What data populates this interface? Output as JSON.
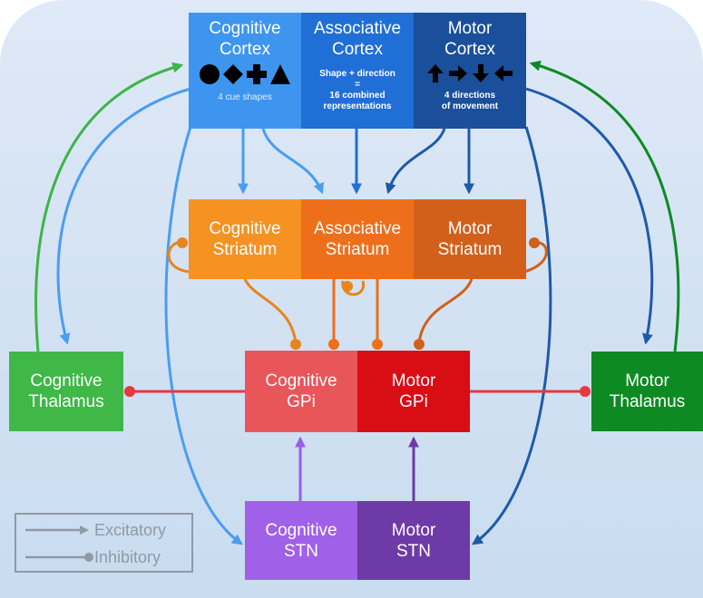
{
  "colors": {
    "cognitive_cortex": "#3d95f0",
    "associative_cortex": "#1f6fd6",
    "motor_cortex": "#1a4f9c",
    "cognitive_striatum": "#f59222",
    "associative_striatum": "#ee6f1a",
    "motor_striatum": "#d2601a",
    "cognitive_gpi": "#e8565a",
    "motor_gpi": "#d90d14",
    "cognitive_thalamus": "#3fb848",
    "motor_thalamus": "#0e8a22",
    "cognitive_stn": "#a060e8",
    "motor_stn": "#6e3aa8",
    "excitatory_blue": "#4a9df0",
    "excitatory_navy": "#1e5aa8",
    "excitatory_green": "#3db548",
    "inhibitory_orange": "#e8841e",
    "inhibitory_red": "#e8383c",
    "excitatory_purple": "#7a48c0",
    "legend_gray": "#8e9aa6"
  },
  "cortex": {
    "cognitive": {
      "line1": "Cognitive",
      "line2": "Cortex",
      "shapes": [
        "circle-icon",
        "diamond-icon",
        "cross-icon",
        "triangle-icon"
      ],
      "caption": "4 cue shapes"
    },
    "associative": {
      "line1": "Associative",
      "line2": "Cortex",
      "note1": "Shape + direction",
      "note2": "=",
      "note3": "16 combined",
      "note4": "representations"
    },
    "motor": {
      "line1": "Motor",
      "line2": "Cortex",
      "arrows": [
        "arrow-up-icon",
        "arrow-right-icon",
        "arrow-down-icon",
        "arrow-left-icon"
      ],
      "note1": "4 directions",
      "note2": "of movement"
    }
  },
  "striatum": {
    "cognitive": {
      "line1": "Cognitive",
      "line2": "Striatum"
    },
    "associative": {
      "line1": "Associative",
      "line2": "Striatum"
    },
    "motor": {
      "line1": "Motor",
      "line2": "Striatum"
    }
  },
  "gpi": {
    "cognitive": {
      "line1": "Cognitive",
      "line2": "GPi"
    },
    "motor": {
      "line1": "Motor",
      "line2": "GPi"
    }
  },
  "thalamus": {
    "cognitive": {
      "line1": "Cognitive",
      "line2": "Thalamus"
    },
    "motor": {
      "line1": "Motor",
      "line2": "Thalamus"
    }
  },
  "stn": {
    "cognitive": {
      "line1": "Cognitive",
      "line2": "STN"
    },
    "motor": {
      "line1": "Motor",
      "line2": "STN"
    }
  },
  "legend": {
    "excitatory": "Excitatory",
    "inhibitory": "Inhibitory"
  }
}
